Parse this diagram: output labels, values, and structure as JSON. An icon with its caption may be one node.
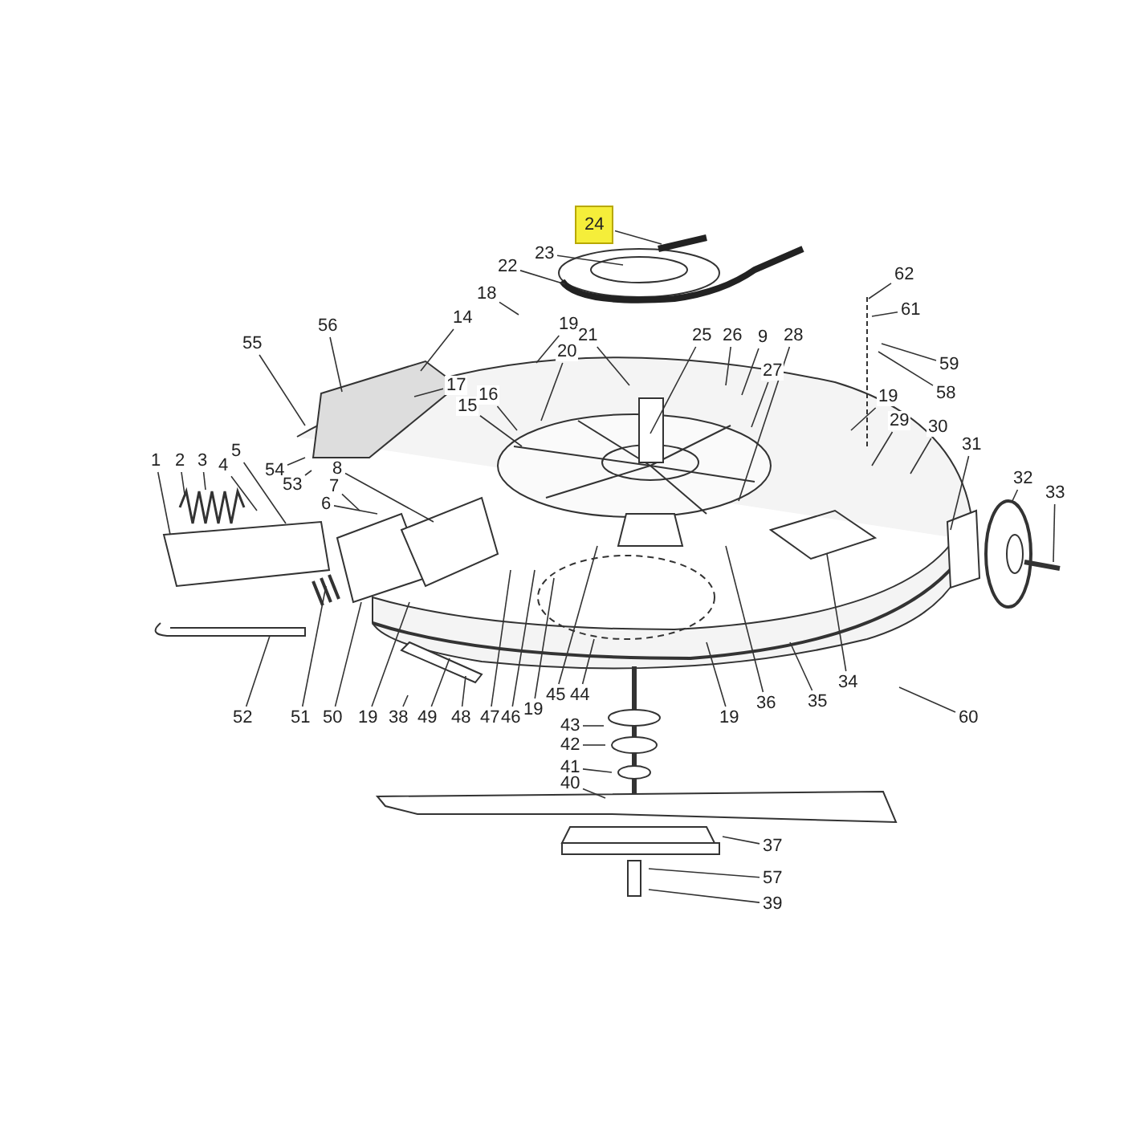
{
  "diagram": {
    "nodes": [
      {
        "text": [
          "24"
        ]
      },
      {
        "text": [
          "23"
        ]
      },
      {
        "text": [
          "22"
        ]
      },
      {
        "text": [
          "62"
        ]
      },
      {
        "text": [
          "18"
        ]
      },
      {
        "text": [
          "61"
        ]
      },
      {
        "text": [
          "14"
        ]
      },
      {
        "text": [
          "56"
        ]
      },
      {
        "text": [
          "19"
        ]
      },
      {
        "text": [
          "21"
        ]
      },
      {
        "text": [
          "25"
        ]
      },
      {
        "text": [
          "26"
        ]
      },
      {
        "text": [
          "9"
        ]
      },
      {
        "text": [
          "28"
        ]
      },
      {
        "text": [
          "59"
        ]
      },
      {
        "text": [
          "20"
        ]
      },
      {
        "text": [
          "55"
        ]
      },
      {
        "text": [
          "27"
        ]
      },
      {
        "text": [
          "17"
        ]
      },
      {
        "text": [
          "16"
        ]
      },
      {
        "text": [
          "58"
        ]
      },
      {
        "text": [
          "19"
        ]
      },
      {
        "text": [
          "29"
        ]
      },
      {
        "text": [
          "30"
        ]
      },
      {
        "text": [
          "15"
        ]
      },
      {
        "text": [
          "31"
        ]
      },
      {
        "text": [
          "1"
        ]
      },
      {
        "text": [
          "2"
        ]
      },
      {
        "text": [
          "3"
        ]
      },
      {
        "text": [
          "4"
        ]
      },
      {
        "text": [
          "5"
        ]
      },
      {
        "text": [
          "54"
        ]
      },
      {
        "text": [
          "53"
        ]
      },
      {
        "text": [
          "8"
        ]
      },
      {
        "text": [
          "7"
        ]
      },
      {
        "text": [
          "6"
        ]
      },
      {
        "text": [
          "32"
        ]
      },
      {
        "text": [
          "33"
        ]
      },
      {
        "text": [
          "52"
        ]
      },
      {
        "text": [
          "51"
        ]
      },
      {
        "text": [
          "50"
        ]
      },
      {
        "text": [
          "19"
        ]
      },
      {
        "text": [
          "38"
        ]
      },
      {
        "text": [
          "49"
        ]
      },
      {
        "text": [
          "48"
        ]
      },
      {
        "text": [
          "47"
        ]
      },
      {
        "text": [
          "46"
        ]
      },
      {
        "text": [
          "19"
        ]
      },
      {
        "text": [
          "45"
        ]
      },
      {
        "text": [
          "44"
        ]
      },
      {
        "text": [
          "19"
        ]
      },
      {
        "text": [
          "36"
        ]
      },
      {
        "text": [
          "35"
        ]
      },
      {
        "text": [
          "34"
        ]
      },
      {
        "text": [
          "60"
        ]
      },
      {
        "text": [
          "43"
        ]
      },
      {
        "text": [
          "42"
        ]
      },
      {
        "text": [
          "41"
        ]
      },
      {
        "text": [
          "40"
        ]
      },
      {
        "text": [
          "37"
        ]
      },
      {
        "text": [
          "57"
        ]
      },
      {
        "text": [
          "39"
        ]
      }
    ],
    "edges": [
      {
        "from": 0,
        "to": null,
        "arrow": "none"
      },
      {
        "from": 1,
        "to": null,
        "arrow": "none"
      },
      {
        "from": 2,
        "to": null,
        "arrow": "none"
      },
      {
        "from": 3,
        "to": null,
        "arrow": "none"
      },
      {
        "from": 4,
        "to": null,
        "arrow": "none"
      },
      {
        "from": 5,
        "to": null,
        "arrow": "none"
      },
      {
        "from": 6,
        "to": null,
        "arrow": "none"
      },
      {
        "from": 7,
        "to": null,
        "arrow": "none"
      },
      {
        "from": 8,
        "to": null,
        "arrow": "none"
      },
      {
        "from": 9,
        "to": null,
        "arrow": "none"
      },
      {
        "from": 10,
        "to": null,
        "arrow": "none"
      },
      {
        "from": 11,
        "to": null,
        "arrow": "none"
      },
      {
        "from": 12,
        "to": null,
        "arrow": "none"
      },
      {
        "from": 13,
        "to": null,
        "arrow": "none"
      },
      {
        "from": 14,
        "to": null,
        "arrow": "none"
      },
      {
        "from": 15,
        "to": null,
        "arrow": "none"
      },
      {
        "from": 16,
        "to": null,
        "arrow": "none"
      },
      {
        "from": 17,
        "to": null,
        "arrow": "none"
      },
      {
        "from": 18,
        "to": null,
        "arrow": "none"
      },
      {
        "from": 19,
        "to": null,
        "arrow": "none"
      },
      {
        "from": 20,
        "to": null,
        "arrow": "none"
      },
      {
        "from": 21,
        "to": null,
        "arrow": "none"
      },
      {
        "from": 22,
        "to": null,
        "arrow": "none"
      },
      {
        "from": 23,
        "to": null,
        "arrow": "none"
      },
      {
        "from": 24,
        "to": null,
        "arrow": "none"
      },
      {
        "from": 25,
        "to": null,
        "arrow": "none"
      },
      {
        "from": 26,
        "to": null,
        "arrow": "none"
      },
      {
        "from": 27,
        "to": null,
        "arrow": "none"
      },
      {
        "from": 28,
        "to": null,
        "arrow": "none"
      },
      {
        "from": 29,
        "to": null,
        "arrow": "none"
      },
      {
        "from": 30,
        "to": null,
        "arrow": "none"
      },
      {
        "from": 31,
        "to": null,
        "arrow": "none"
      },
      {
        "from": 32,
        "to": null,
        "arrow": "none"
      },
      {
        "from": 33,
        "to": null,
        "arrow": "none"
      },
      {
        "from": 34,
        "to": null,
        "arrow": "none"
      },
      {
        "from": 35,
        "to": null,
        "arrow": "none"
      },
      {
        "from": 36,
        "to": null,
        "arrow": "none"
      },
      {
        "from": 37,
        "to": null,
        "arrow": "none"
      },
      {
        "from": 38,
        "to": null,
        "arrow": "none"
      },
      {
        "from": 39,
        "to": null,
        "arrow": "none"
      },
      {
        "from": 40,
        "to": null,
        "arrow": "none"
      },
      {
        "from": 41,
        "to": null,
        "arrow": "none"
      },
      {
        "from": 42,
        "to": null,
        "arrow": "none"
      },
      {
        "from": 43,
        "to": null,
        "arrow": "none"
      },
      {
        "from": 44,
        "to": null,
        "arrow": "none"
      },
      {
        "from": 45,
        "to": null,
        "arrow": "none"
      },
      {
        "from": 46,
        "to": null,
        "arrow": "none"
      },
      {
        "from": 47,
        "to": null,
        "arrow": "none"
      },
      {
        "from": 48,
        "to": null,
        "arrow": "none"
      },
      {
        "from": 49,
        "to": null,
        "arrow": "none"
      },
      {
        "from": 50,
        "to": null,
        "arrow": "none"
      },
      {
        "from": 51,
        "to": null,
        "arrow": "none"
      },
      {
        "from": 52,
        "to": null,
        "arrow": "none"
      },
      {
        "from": 53,
        "to": null,
        "arrow": "none"
      },
      {
        "from": 54,
        "to": null,
        "arrow": "none"
      },
      {
        "from": 55,
        "to": null,
        "arrow": "none"
      },
      {
        "from": 56,
        "to": null,
        "arrow": "none"
      },
      {
        "from": 57,
        "to": null,
        "arrow": "none"
      },
      {
        "from": 58,
        "to": null,
        "arrow": "none"
      },
      {
        "from": 59,
        "to": null,
        "arrow": "none"
      },
      {
        "from": 60,
        "to": null,
        "arrow": "none"
      },
      {
        "from": 61,
        "to": null,
        "arrow": "none"
      }
    ]
  }
}
